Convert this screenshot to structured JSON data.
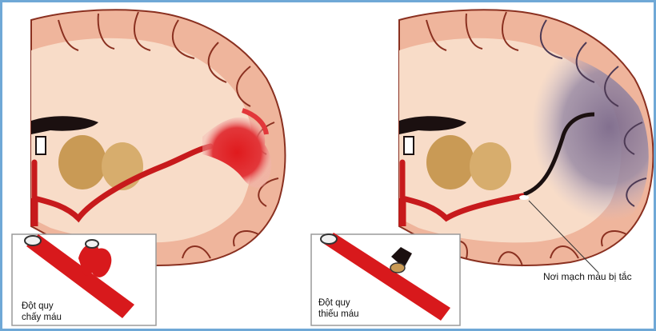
{
  "left_panel": {
    "inset_label_line1": "Đột quy",
    "inset_label_line2": "chấy máu"
  },
  "right_panel": {
    "inset_label_line1": "Đột quy",
    "inset_label_line2": "thiếu máu",
    "callout_label": "Nơi mạch máu bị tắc"
  },
  "colors": {
    "frame": "#6fa8d6",
    "brain_outer": "#efb59c",
    "white_matter": "#f8dcc8",
    "fold_line": "#8a3020",
    "basal_ganglia": "#c99a55",
    "blood": "#d8191c",
    "dark_ventricle": "#1b1010",
    "ischemic_zone": "#8f7f9c"
  }
}
